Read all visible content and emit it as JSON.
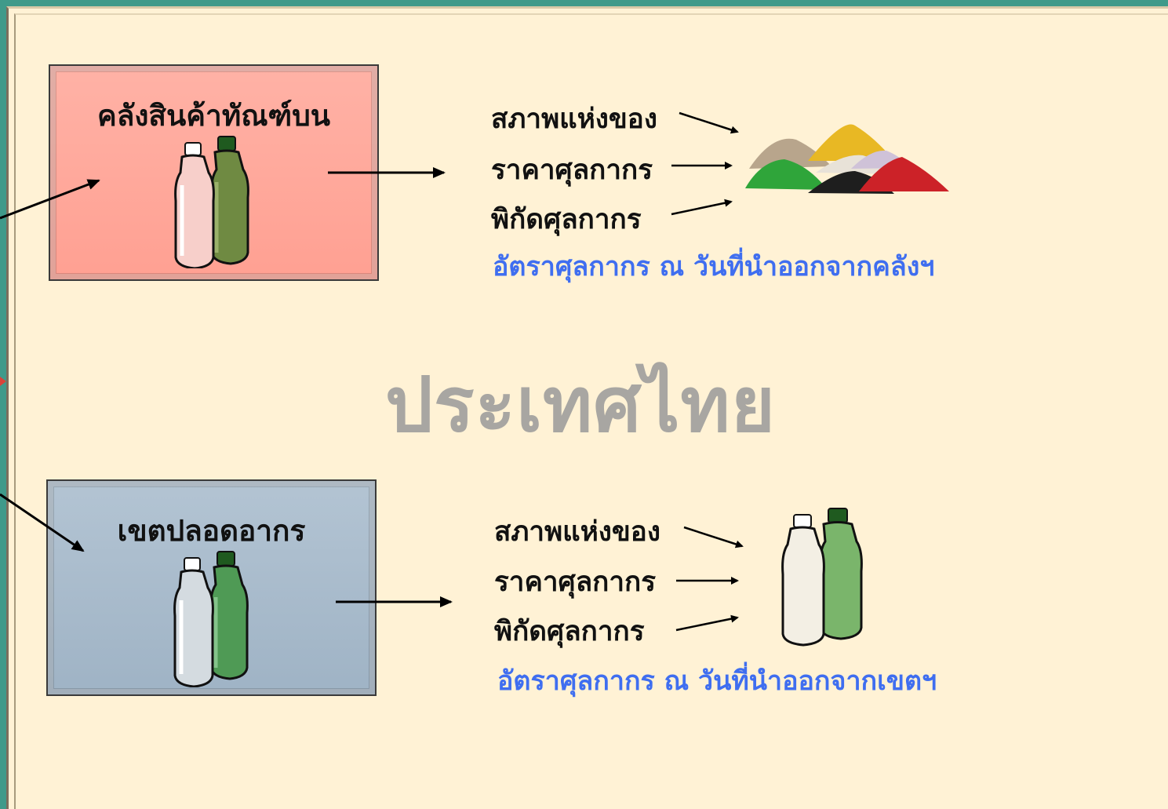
{
  "country_label": "ประเทศไทย",
  "warehouse": {
    "title": "คลังสินค้าทัณฑ์บน",
    "items": [
      "สภาพแห่งของ",
      "ราคาศุลกากร",
      "พิกัดศุลกากร"
    ],
    "rate_note": "อัตราศุลกากร ณ วันที่นำออกจากคลังฯ"
  },
  "free_zone": {
    "title": "เขตปลอดอากร",
    "items": [
      "สภาพแห่งของ",
      "ราคาศุลกากร",
      "พิกัดศุลกากร"
    ],
    "rate_note": "อัตราศุลกากร ณ วันที่นำออกจากเขตฯ"
  },
  "colors": {
    "warehouse_box": "#ffa092",
    "free_zone_box": "#9fb3c5",
    "rate_text": "#3f6ef0",
    "country_text": "#a8a6a2",
    "background": "#fff2d5"
  }
}
